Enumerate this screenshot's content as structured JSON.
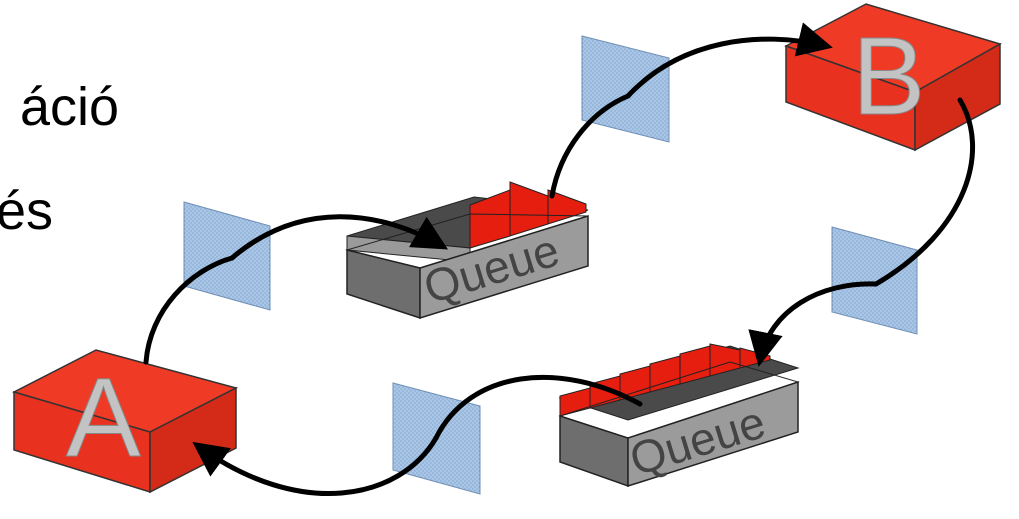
{
  "slide": {
    "line1": "áció",
    "line2": "és"
  },
  "diagram": {
    "node_a": "A",
    "node_b": "B",
    "queue_top": "Queue",
    "queue_bottom": "Queue"
  },
  "colors": {
    "node_red": "#ee3322",
    "node_red_dark": "#b82414",
    "letter_gray": "#c0c0c0",
    "queue_gray": "#8a8a8a",
    "queue_dark": "#555555",
    "panel_blue": "#a8c8e8",
    "arrow": "#000000"
  },
  "icons": [
    "node-box",
    "queue-tray",
    "filter-panel",
    "flow-arrow"
  ]
}
